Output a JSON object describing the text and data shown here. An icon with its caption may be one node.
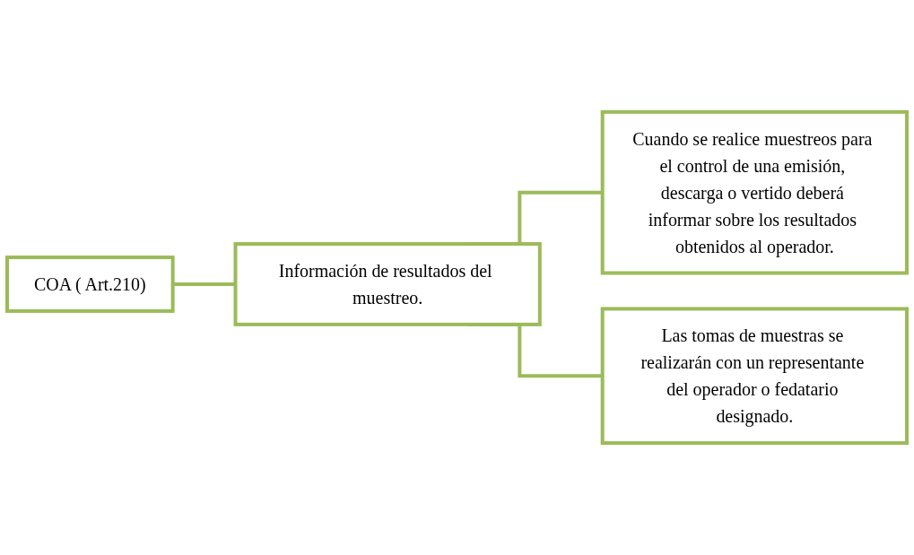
{
  "diagram": {
    "nodes": [
      {
        "text": [
          "COA ( Art.210)"
        ]
      },
      {
        "text": [
          "Información de resultados del muestreo."
        ]
      },
      {
        "text": [
          "Cuando se realice muestreos para el control de una emisión, descarga o vertido deberá informar sobre los resultados obtenidos al operador."
        ]
      },
      {
        "text": [
          "Las tomas de muestras se realizarán con un representante del operador o fedatario designado."
        ]
      }
    ],
    "edges": [
      {
        "from": 0,
        "to": 1,
        "arrow": "none"
      },
      {
        "from": 1,
        "to": 2,
        "arrow": "none"
      },
      {
        "from": 1,
        "to": 3,
        "arrow": "none"
      }
    ]
  }
}
